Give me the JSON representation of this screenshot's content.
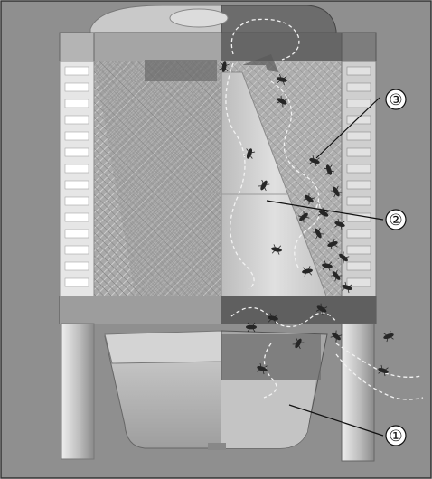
{
  "figure": {
    "description_labels": [],
    "callouts": [
      {
        "id": "1",
        "label": "①"
      },
      {
        "id": "2",
        "label": "②"
      },
      {
        "id": "3",
        "label": "③"
      }
    ]
  },
  "colors": {
    "background": "#8f8f8f",
    "frame_light": "#d9d9d9",
    "frame_dark": "#5e5e5e",
    "mesh": "#b9b9b9",
    "cone": "#cfcfcf",
    "tray": "#bdbdbd",
    "insect": "#2a2a2a",
    "path": "#f2f2f2"
  }
}
